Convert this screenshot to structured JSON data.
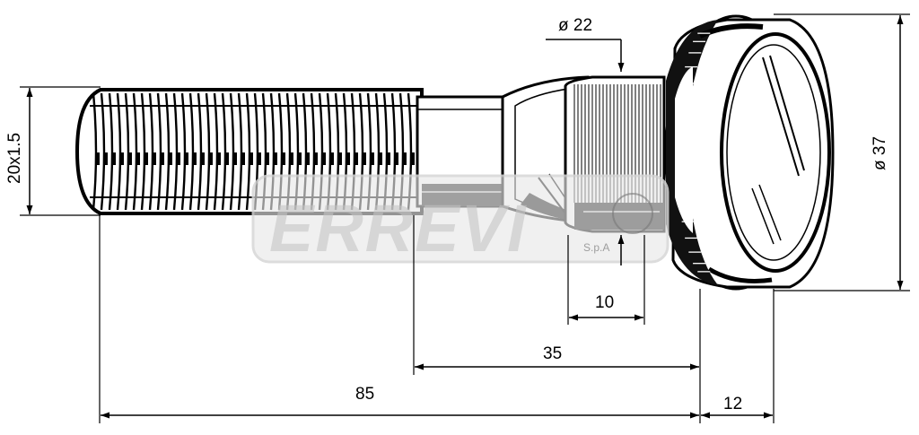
{
  "drawing": {
    "dimensions": {
      "thread": "20x1.5",
      "collar_diameter": "ø 22",
      "head_diameter": "ø 37",
      "knurl_length": "10",
      "shank_length": "35",
      "total_length": "85",
      "head_thickness": "12"
    },
    "watermark": {
      "brand": "ERREVI",
      "suffix": "S.p.A"
    }
  }
}
